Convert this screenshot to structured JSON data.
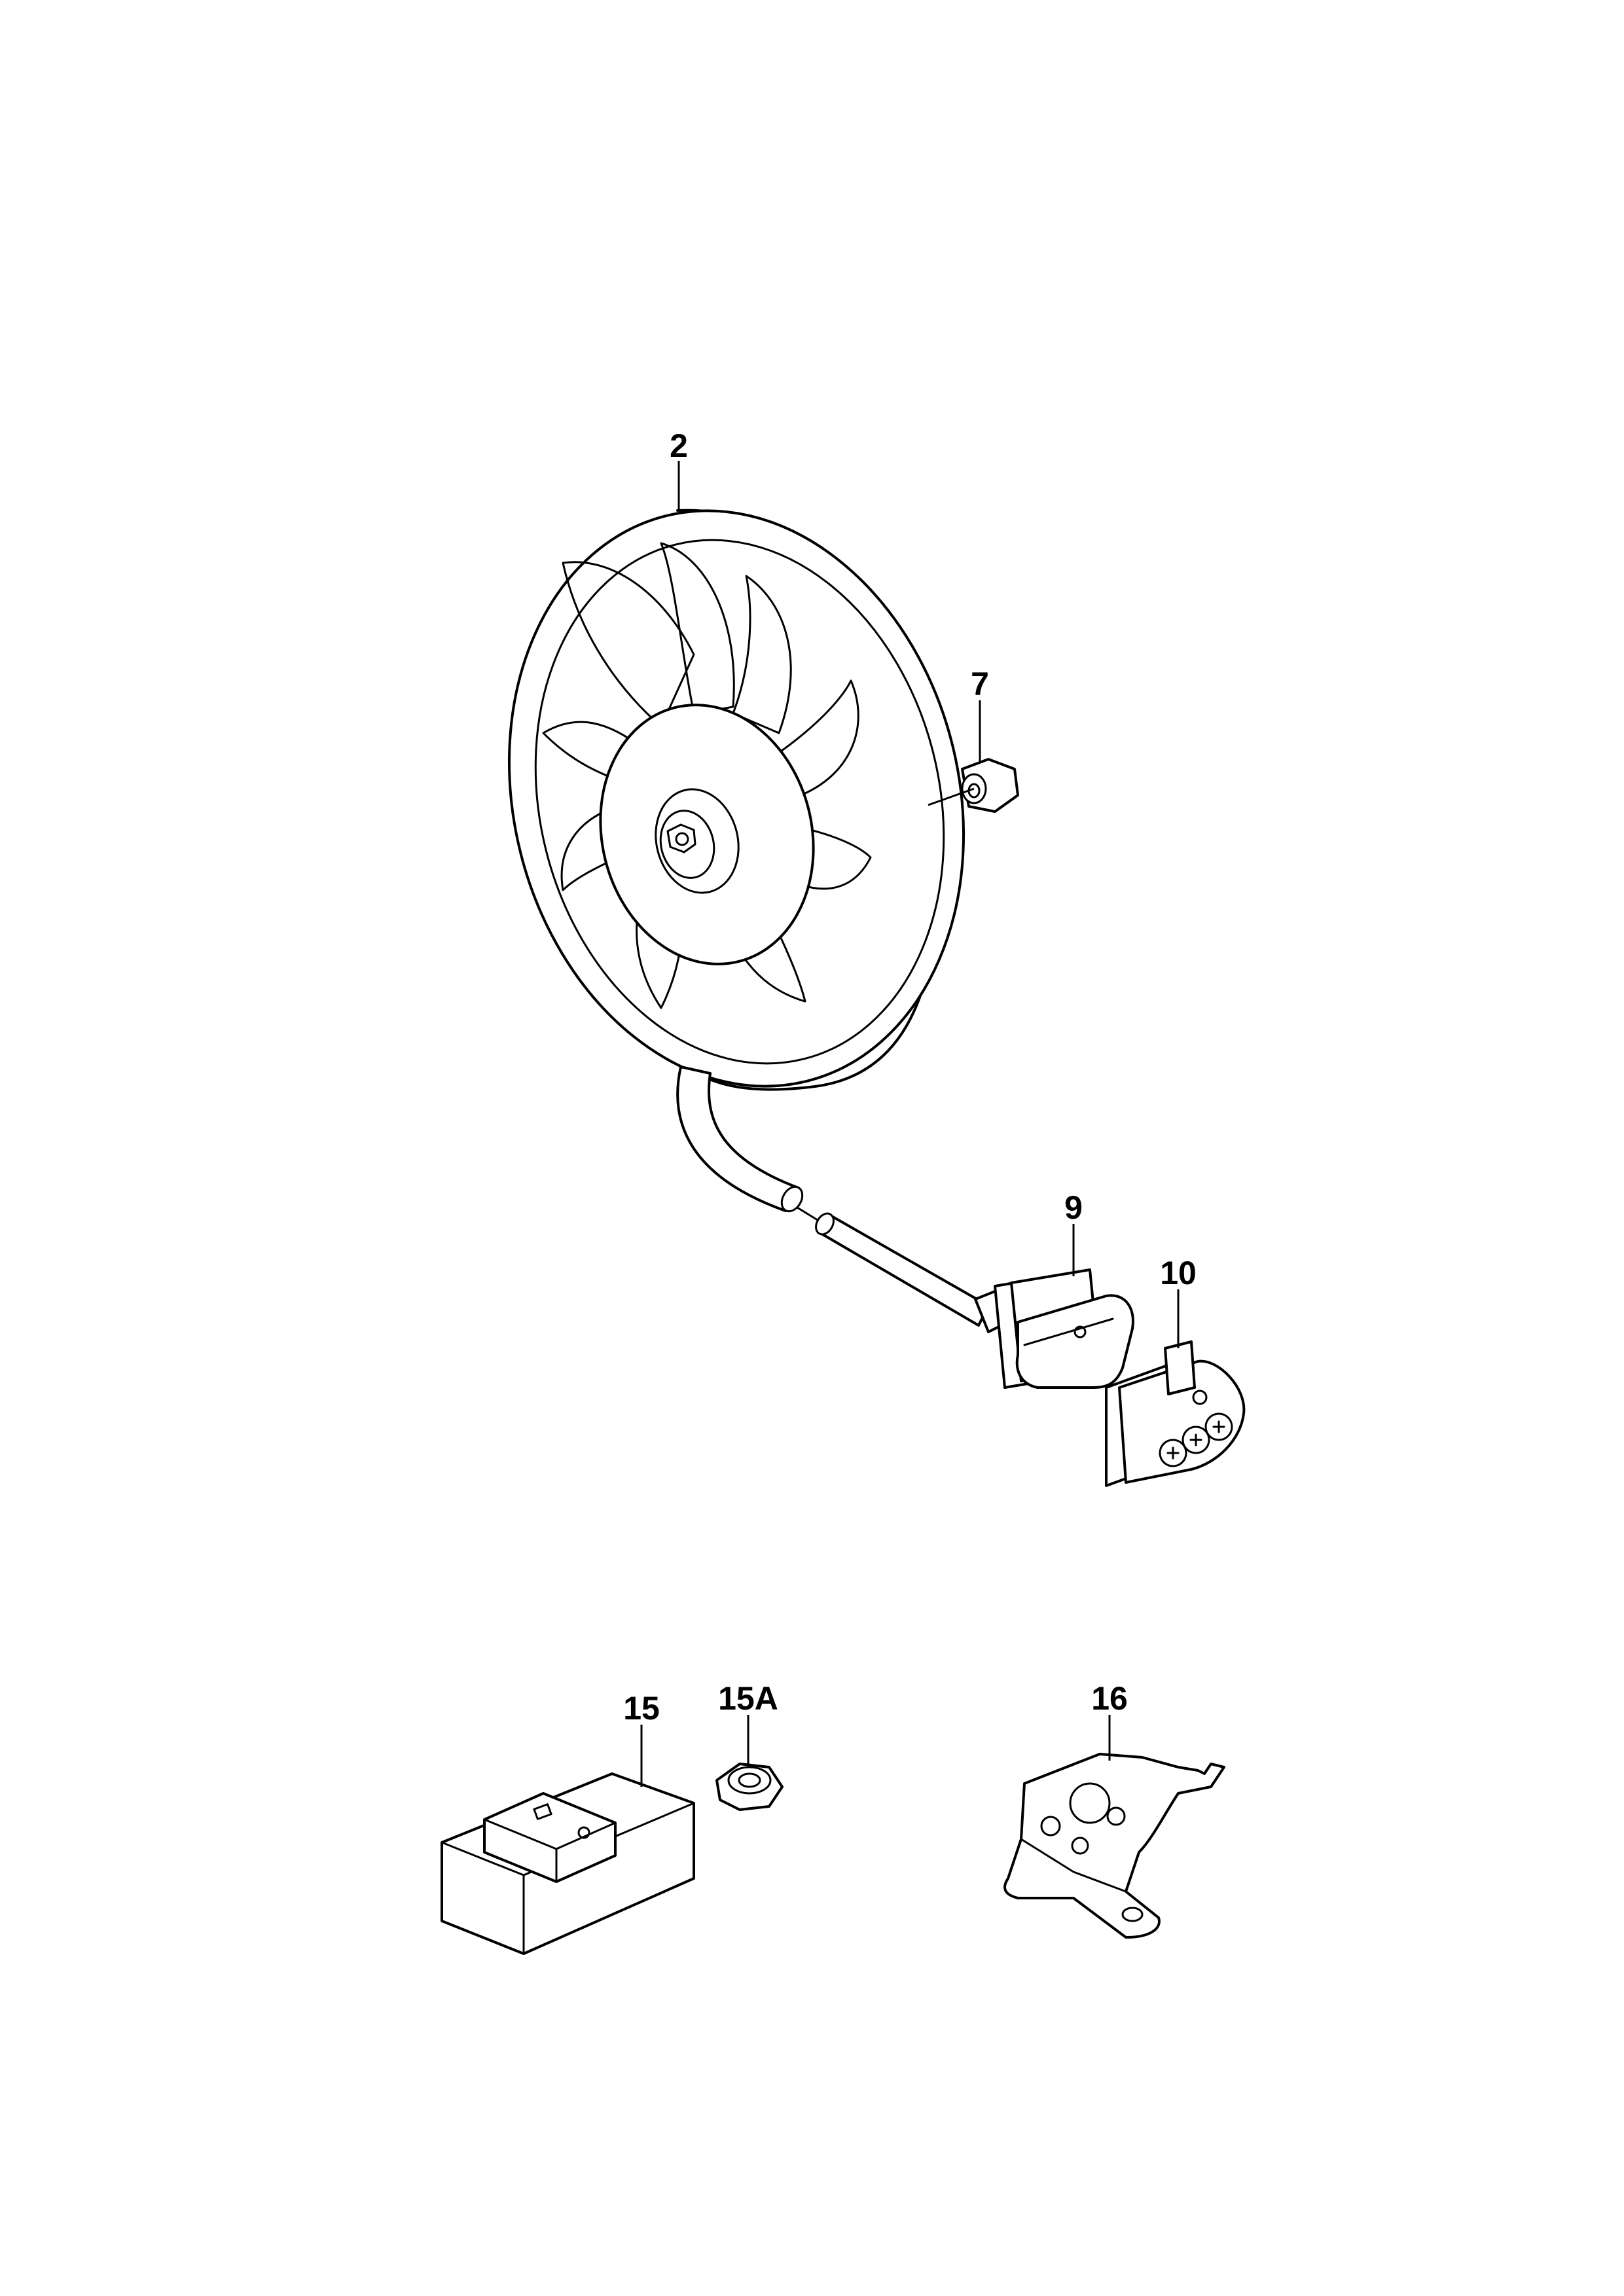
{
  "diagram": {
    "parts": [
      {
        "id": "2",
        "label": "2",
        "name": "radiator fan"
      },
      {
        "id": "7",
        "label": "7",
        "name": "nut"
      },
      {
        "id": "9",
        "label": "9",
        "name": "fan plug"
      },
      {
        "id": "10",
        "label": "10",
        "name": "connector housing"
      },
      {
        "id": "15",
        "label": "15",
        "name": "control unit"
      },
      {
        "id": "15A",
        "label": "15A",
        "name": "nut"
      },
      {
        "id": "16",
        "label": "16",
        "name": "bracket"
      }
    ]
  }
}
